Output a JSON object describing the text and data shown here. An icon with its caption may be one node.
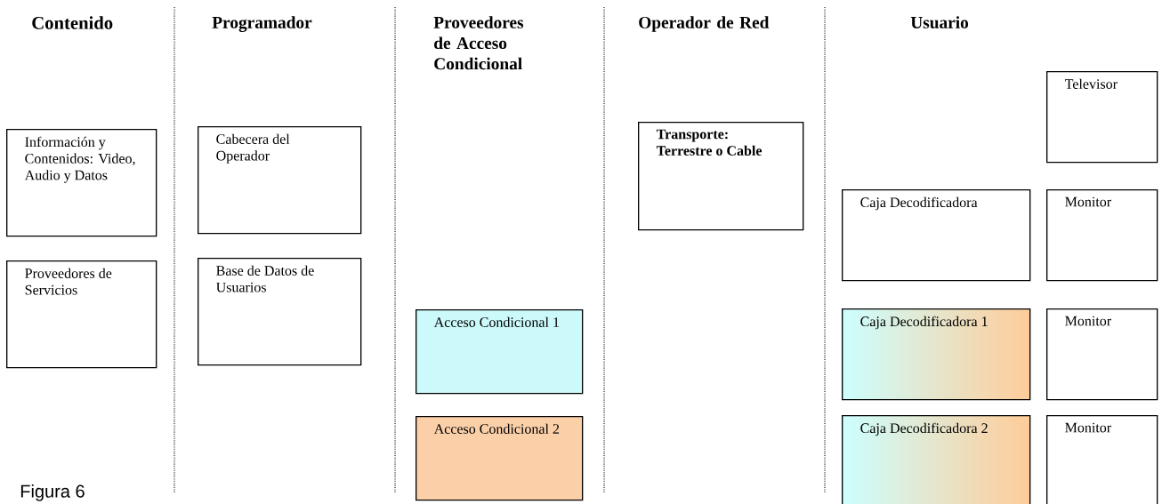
{
  "diagram": {
    "caption": "Figura 6",
    "nodes": [
      {
        "text": [
          "Información y Contenidos: Video, Audio y Datos"
        ]
      },
      {
        "text": [
          "Proveedores de Servicios"
        ]
      },
      {
        "text": [
          "Cabecera del Operador"
        ]
      },
      {
        "text": [
          "Base de Datos de Usuarios"
        ]
      },
      {
        "text": [
          "Acceso Condicional 1"
        ]
      },
      {
        "text": [
          "Acceso Condicional 2"
        ]
      },
      {
        "text": [
          "Transporte: Terrestre o Cable"
        ]
      },
      {
        "text": [
          "Televisor"
        ]
      },
      {
        "text": [
          "Caja Decodificadora"
        ]
      },
      {
        "text": [
          "Monitor"
        ]
      },
      {
        "text": [
          "Caja Decodificadora 1"
        ]
      },
      {
        "text": [
          "Monitor"
        ]
      },
      {
        "text": [
          "Caja Decodificadora 2"
        ]
      },
      {
        "text": [
          "Monitor"
        ]
      }
    ],
    "labels": [
      "Contenido",
      "Programador",
      "Proveedores de Acceso Condicional",
      "Operador de Red",
      "Usuario"
    ]
  }
}
